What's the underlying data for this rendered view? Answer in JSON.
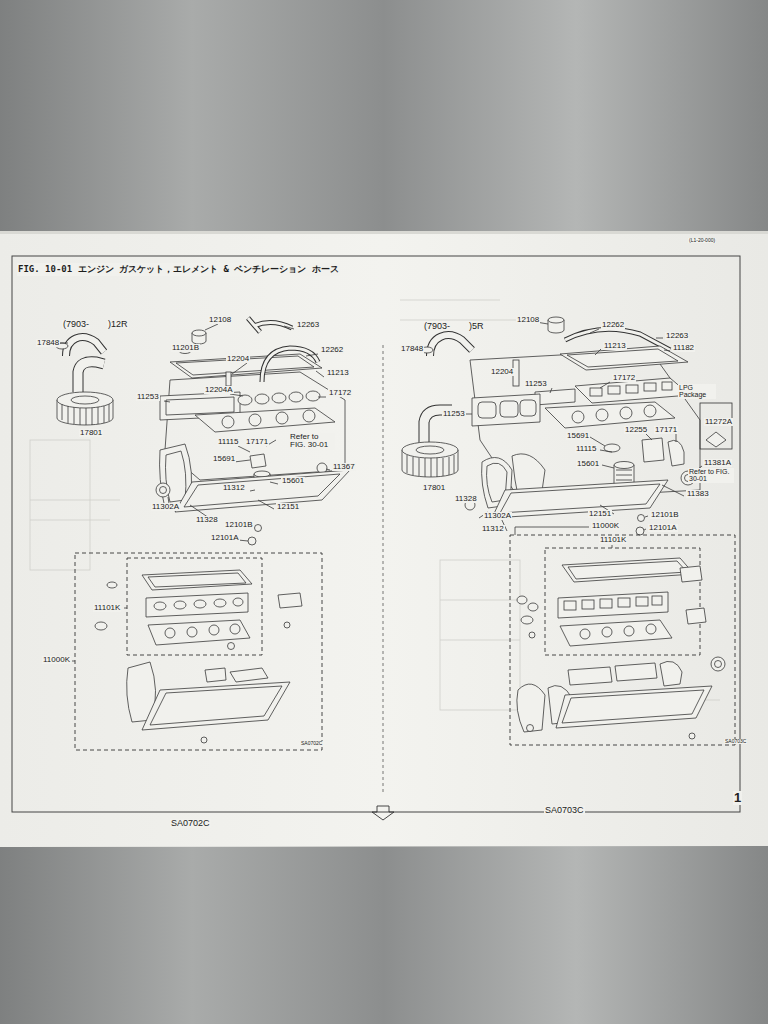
{
  "diagram": {
    "title": "FIG. 10-01 エンジン ガスケット，エレメント & ベンチレーション ホース",
    "labels": [
      "(7903-",
      ")12R",
      "12108",
      "12263",
      "17848",
      "11201B",
      "12262",
      "12204",
      "11213",
      "11253",
      "12204A",
      "17172",
      "17801",
      "11115",
      "17171",
      "Refer to FIG. 30-01",
      "15691",
      "11367",
      "15601",
      "11312",
      "12151",
      "11302A",
      "11328",
      "12101B",
      "12101A",
      "11101K",
      "11000K",
      "SA0702C",
      "SA0702C",
      "(7903-",
      ")5R",
      "12108",
      "12262",
      "12263",
      "17848",
      "11213",
      "11182",
      "12204",
      "11253",
      "17172",
      "LPG Package",
      "11253",
      "11272A",
      "15691",
      "12255",
      "17171",
      "11115",
      "15601",
      "11381A",
      "Refer to FIG. 30-01",
      "17801",
      "11383",
      "11328",
      "12151",
      "11302A",
      "11000K",
      "12101B",
      "11312",
      "12101A",
      "11101K",
      "SA0703C",
      "SA0703C",
      "1",
      "(L1-20-000)"
    ]
  }
}
